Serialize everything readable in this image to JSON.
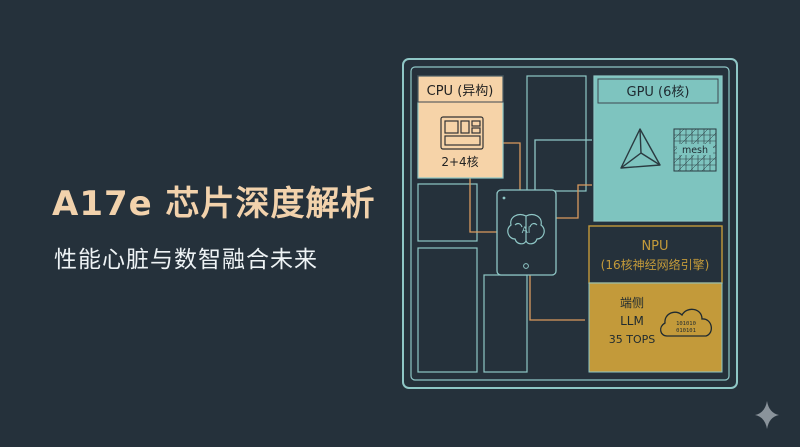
{
  "title": "A17e 芯片深度解析",
  "subtitle": "性能心脏与数智融合未来",
  "diagram": {
    "cpu": {
      "label": "CPU (异构)",
      "cores": "2+4核"
    },
    "gpu": {
      "label": "GPU (6核)",
      "mesh_label": "mesh"
    },
    "ai_core": {
      "label": "AI"
    },
    "npu": {
      "label_line1": "NPU",
      "label_line2": "(16核神经网络引擎)",
      "feature_line1": "端侧",
      "feature_line2": "LLM",
      "feature_line3": "35 TOPS",
      "cloud_bits_1": "101010",
      "cloud_bits_2": "010101"
    }
  },
  "colors": {
    "background": "#25313b",
    "cpu_fill": "#f6d3a8",
    "gpu_fill": "#7ec4bf",
    "npu_fill": "#c39a3a",
    "line": "#8fc7c6",
    "connector": "#d99a5e"
  }
}
